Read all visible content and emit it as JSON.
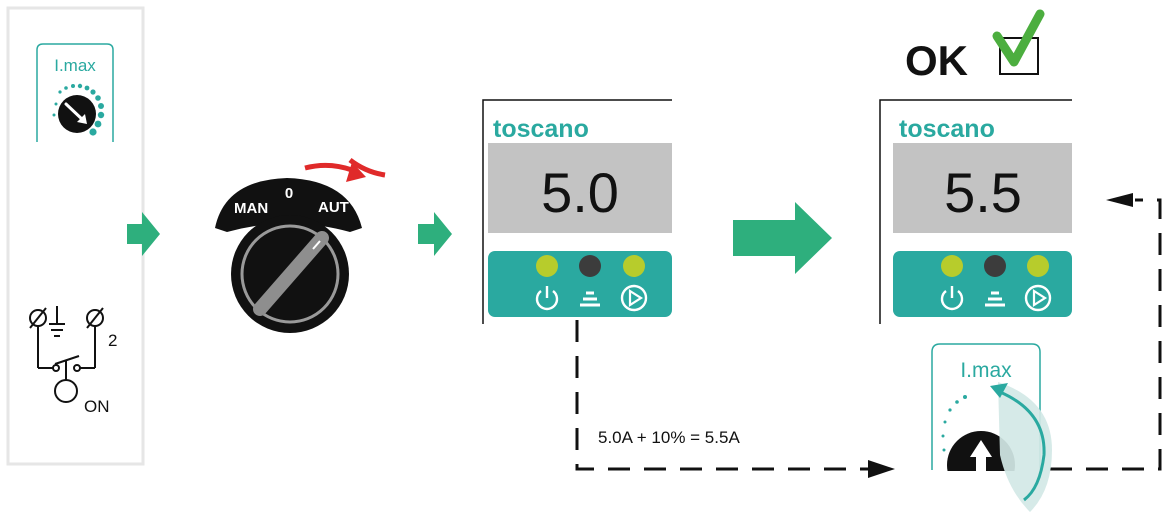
{
  "colors": {
    "teal": "#2aa9a0",
    "arrow_green": "#2eaf7d",
    "display_gray": "#c3c3c3",
    "led_green": "#b7cc2c",
    "led_dark": "#3c3c3c",
    "check_green": "#4cae3f",
    "red_arrow": "#e02a2a",
    "dial_light_teal": "#d2e8e6"
  },
  "icons": [
    "power-icon",
    "wave-signal-icon",
    "play-icon",
    "checkmark-icon",
    "ground-icon",
    "rotary-switch-icon"
  ],
  "left_panel": {
    "imax_label": "I.max",
    "switch_terminal_label": "2",
    "switch_state_label": "ON"
  },
  "selector": {
    "left_label": "MAN",
    "center_label": "0",
    "right_label": "AUT"
  },
  "device_before": {
    "brand": "toscano",
    "reading": "5.0"
  },
  "device_after": {
    "brand": "toscano",
    "reading": "5.5"
  },
  "status": {
    "ok_text": "OK"
  },
  "adjust": {
    "formula": "5.0A + 10% = 5.5A",
    "imax_label": "I.max"
  }
}
